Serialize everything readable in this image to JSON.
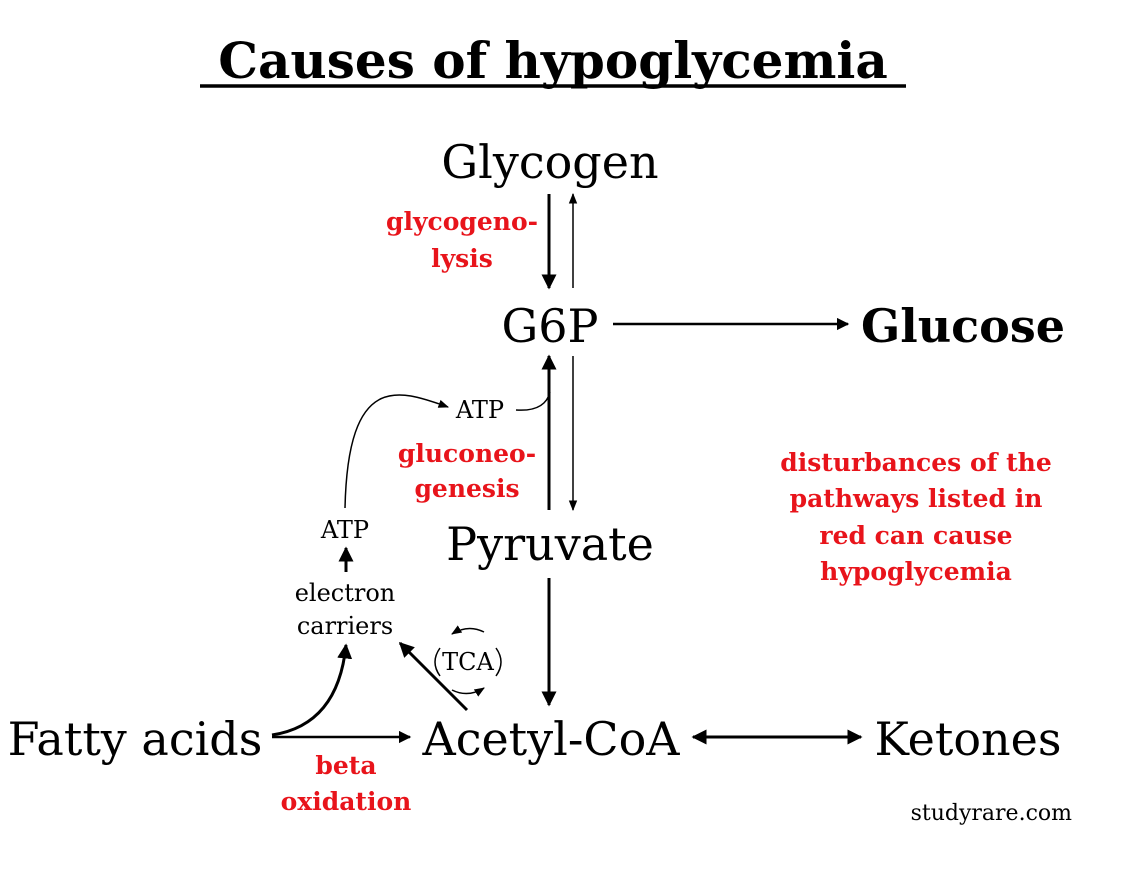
{
  "title": "Causes of hypoglycemia",
  "nodes": {
    "glycogen": "Glycogen",
    "g6p": "G6P",
    "glucose": "Glucose",
    "pyruvate": "Pyruvate",
    "acetyl_coa": "Acetyl-CoA",
    "ketones": "Ketones",
    "fatty_acids": "Fatty acids",
    "atp_top": "ATP",
    "atp_left": "ATP",
    "electron_carriers_line1": "electron",
    "electron_carriers_line2": "carriers",
    "tca": "TCA"
  },
  "pathways": {
    "glycogenolysis_line1": "glycogeno-",
    "glycogenolysis_line2": "lysis",
    "gluconeogenesis_line1": "gluconeo-",
    "gluconeogenesis_line2": "genesis",
    "beta_oxidation_line1": "beta",
    "beta_oxidation_line2": "oxidation"
  },
  "note": {
    "line1": "disturbances of the",
    "line2": "pathways listed in",
    "line3": "red can cause",
    "line4": "hypoglycemia"
  },
  "credit": "studyrare.com",
  "colors": {
    "pathway_red": "#e8141b",
    "text": "#000000",
    "background": "#ffffff"
  }
}
